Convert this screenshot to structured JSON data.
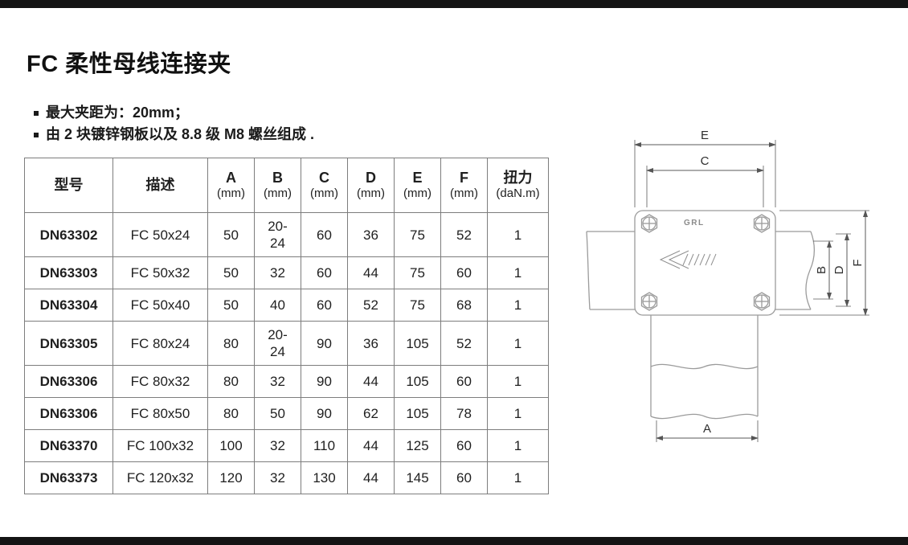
{
  "page": {
    "title": "FC 柔性母线连接夹",
    "bullets": [
      "最大夹距为：20mm；",
      "由 2 块镀锌钢板以及 8.8 级 M8 螺丝组成 ."
    ]
  },
  "table": {
    "col_keys": [
      "model",
      "desc",
      "a",
      "b",
      "c",
      "d",
      "e",
      "f",
      "torque"
    ],
    "headers": [
      {
        "label": "型号",
        "sub": ""
      },
      {
        "label": "描述",
        "sub": ""
      },
      {
        "label": "A",
        "sub": "(mm)"
      },
      {
        "label": "B",
        "sub": "(mm)"
      },
      {
        "label": "C",
        "sub": "(mm)"
      },
      {
        "label": "D",
        "sub": "(mm)"
      },
      {
        "label": "E",
        "sub": "(mm)"
      },
      {
        "label": "F",
        "sub": "(mm)"
      },
      {
        "label": "扭力",
        "sub": "(daN.m)"
      }
    ],
    "rows": [
      {
        "model": "DN63302",
        "desc": "FC 50x24",
        "a": "50",
        "b": "20-24",
        "c": "60",
        "d": "36",
        "e": "75",
        "f": "52",
        "torque": "1"
      },
      {
        "model": "DN63303",
        "desc": "FC 50x32",
        "a": "50",
        "b": "32",
        "c": "60",
        "d": "44",
        "e": "75",
        "f": "60",
        "torque": "1"
      },
      {
        "model": "DN63304",
        "desc": "FC 50x40",
        "a": "50",
        "b": "40",
        "c": "60",
        "d": "52",
        "e": "75",
        "f": "68",
        "torque": "1"
      },
      {
        "model": "DN63305",
        "desc": "FC 80x24",
        "a": "80",
        "b": "20-24",
        "c": "90",
        "d": "36",
        "e": "105",
        "f": "52",
        "torque": "1"
      },
      {
        "model": "DN63306",
        "desc": "FC 80x32",
        "a": "80",
        "b": "32",
        "c": "90",
        "d": "44",
        "e": "105",
        "f": "60",
        "torque": "1"
      },
      {
        "model": "DN63306",
        "desc": "FC 80x50",
        "a": "80",
        "b": "50",
        "c": "90",
        "d": "62",
        "e": "105",
        "f": "78",
        "torque": "1"
      },
      {
        "model": "DN63370",
        "desc": "FC 100x32",
        "a": "100",
        "b": "32",
        "c": "110",
        "d": "44",
        "e": "125",
        "f": "60",
        "torque": "1"
      },
      {
        "model": "DN63373",
        "desc": "FC 120x32",
        "a": "120",
        "b": "32",
        "c": "130",
        "d": "44",
        "e": "145",
        "f": "60",
        "torque": "1"
      }
    ]
  },
  "diagram": {
    "brand": "GRL",
    "labels": {
      "e": "E",
      "c": "C",
      "b": "B",
      "d": "D",
      "f": "F",
      "a": "A"
    }
  }
}
